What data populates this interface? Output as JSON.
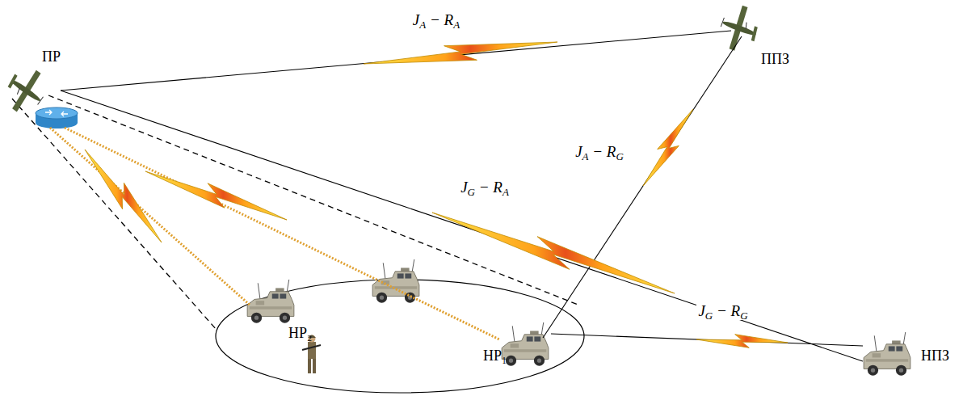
{
  "diagram": {
    "nodes": [
      {
        "text": [
          "ПР"
        ]
      },
      {
        "text": [
          "ППЗ"
        ]
      },
      {
        "text": [
          "НР₂"
        ]
      },
      {
        "text": [
          "НР₁"
        ]
      },
      {
        "text": [
          "НПЗ"
        ]
      }
    ],
    "edges": [
      {
        "from": 0,
        "to": 1,
        "label": "JA − RA",
        "arrow": "none"
      },
      {
        "from": 4,
        "to": 0,
        "label": "JG − RA",
        "arrow": "none"
      },
      {
        "from": 1,
        "to": 3,
        "label": "JA − RG",
        "arrow": "none"
      },
      {
        "from": 4,
        "to": 3,
        "label": "JG − RG",
        "arrow": "none"
      },
      {
        "from": 0,
        "to": 2,
        "arrow": "none"
      },
      {
        "from": 0,
        "to": 3,
        "arrow": "none"
      }
    ]
  }
}
